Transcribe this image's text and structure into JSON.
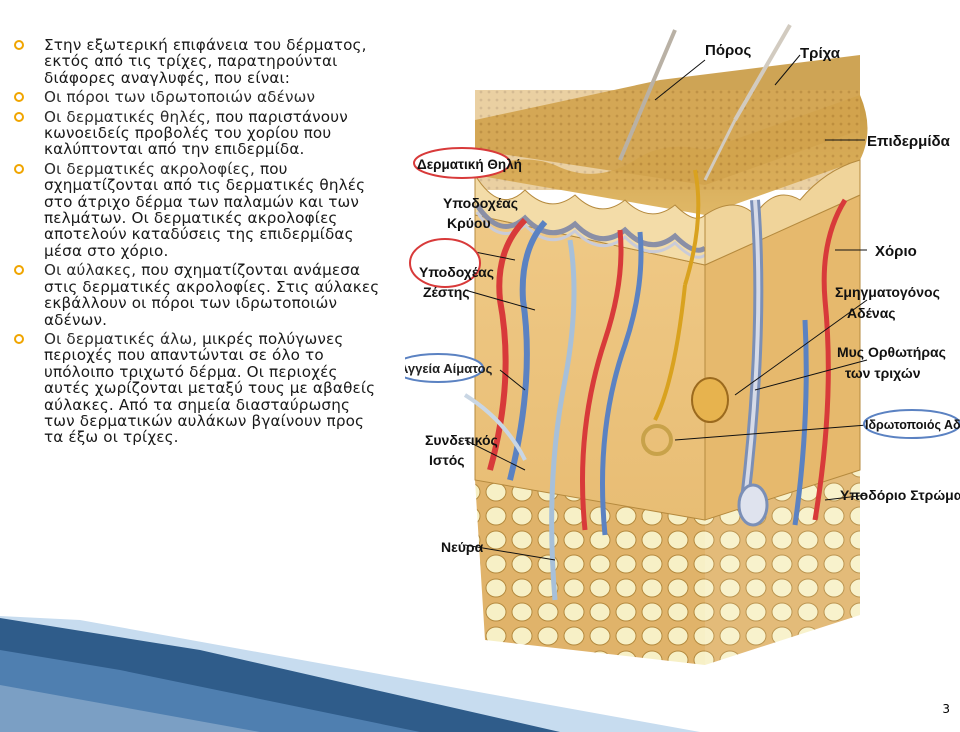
{
  "bullets": [
    {
      "text": "Στην εξωτερική επιφάνεια του δέρματος, εκτός από τις τρίχες, παρατηρούνται διάφορες αναγλυφές, που είναι:"
    },
    {
      "lead": "Οι πόροι των ιδρωτοποιών αδένων",
      "text": ""
    },
    {
      "lead": "Οι δερματικές θηλές,",
      "text": " που παριστάνουν κωνοειδείς προβολές του χορίου που καλύπτονται από την επιδερμίδα."
    },
    {
      "lead": "Οι δερματικές ακρολοφίες,",
      "text": " που σχηματίζονται από τις δερματικές θηλές στο άτριχο δέρμα των παλαμών και των πελμάτων. Οι δερματικές ακρολοφίες αποτελούν καταδύσεις της επιδερμίδας μέσα στο χόριο."
    },
    {
      "lead": "Οι αύλακες,",
      "text": " που σχηματίζονται ανάμεσα στις δερματικές ακρολοφίες. Στις αύλακες εκβάλλουν οι πόροι των ιδρωτοποιών αδένων."
    },
    {
      "lead": "Οι δερματικές άλω,",
      "text": " μικρές πολύγωνες περιοχές που απαντώνται σε όλο το υπόλοιπο τριχωτό δέρμα. Οι περιοχές αυτές χωρίζονται μεταξύ τους με αβαθείς αύλακες. Από τα σημεία διασταύρωσης των δερματικών αυλάκων βγαίνουν προς τα έξω οι τρίχες."
    }
  ],
  "diagram_labels": {
    "poros": "Πόρος",
    "trixa": "Τρίχα",
    "epidermida": "Επιδερμίδα",
    "dermatiki_thili": "Δερματική Θηλή",
    "ypodoxeas_kryou_1": "Υποδοχέας",
    "ypodoxeas_kryou_2": "Κρύου",
    "ypodoxeas_zestis_1": "Υποδοχέας",
    "ypodoxeas_zestis_2": "Ζέστης",
    "xorio": "Χόριο",
    "smigmatogonos_1": "Σμηγματογόνος",
    "smigmatogonos_2": "Αδένας",
    "mys_1": "Μυς Ορθωτήρας",
    "mys_2": "των τριχών",
    "aggeia": "Αγγεία Αίματος",
    "idrotopoios": "Ιδρωτοποιός Αδένας",
    "syndetikos_1": "Συνδετικός",
    "syndetikos_2": "Ιστός",
    "ypodorio": "Υποδόριο Στρώμα",
    "neyra": "Νεύρα"
  },
  "page_number": "3",
  "colors": {
    "marker": "#f0a500",
    "bar_dark": "#2f5c8a",
    "bar_light": "#a9c8e8"
  }
}
